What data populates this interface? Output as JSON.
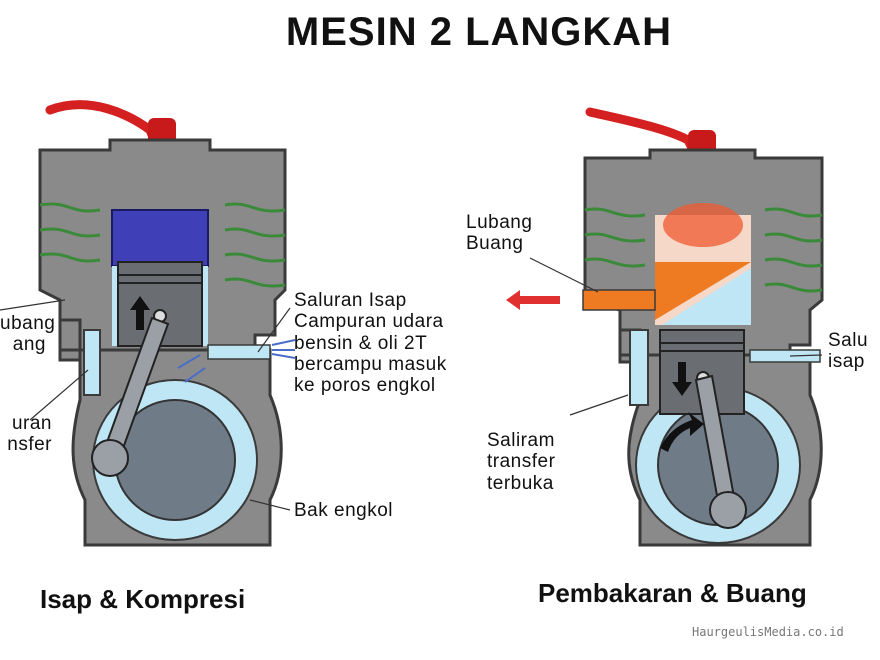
{
  "title": "MESIN 2 LANGKAH",
  "left_engine": {
    "label_lubang_isap": "ubang\nang",
    "label_saluran_transfer": "uran\nnsfer",
    "label_saluran_isap": "Saluran Isap\nCampuran udara\nbensin & oli 2T\nbercampu masuk\nke poros engkol",
    "label_bak_engkol": "Bak engkol",
    "caption": "Isap & Kompresi"
  },
  "right_engine": {
    "label_lubang_buang": "Lubang\nBuang",
    "label_saluran_isap": "Salu\nisap",
    "label_saluran_transfer": "Saliram\ntransfer\nterbuka",
    "caption": "Pembakaran & Buang"
  },
  "watermark": "HaurgeulisMedia.co.id",
  "colors": {
    "engine_body": "#8a8a8a",
    "engine_outline": "#3a3a3a",
    "fins_edge": "#3a8a3a",
    "mixture": "#bfe6f4",
    "piston_crown_left": "#3f3fb8",
    "spark_cable": "#d42020",
    "exhaust": "#ee7a22",
    "flow_arrow": "#4a6ec8"
  }
}
